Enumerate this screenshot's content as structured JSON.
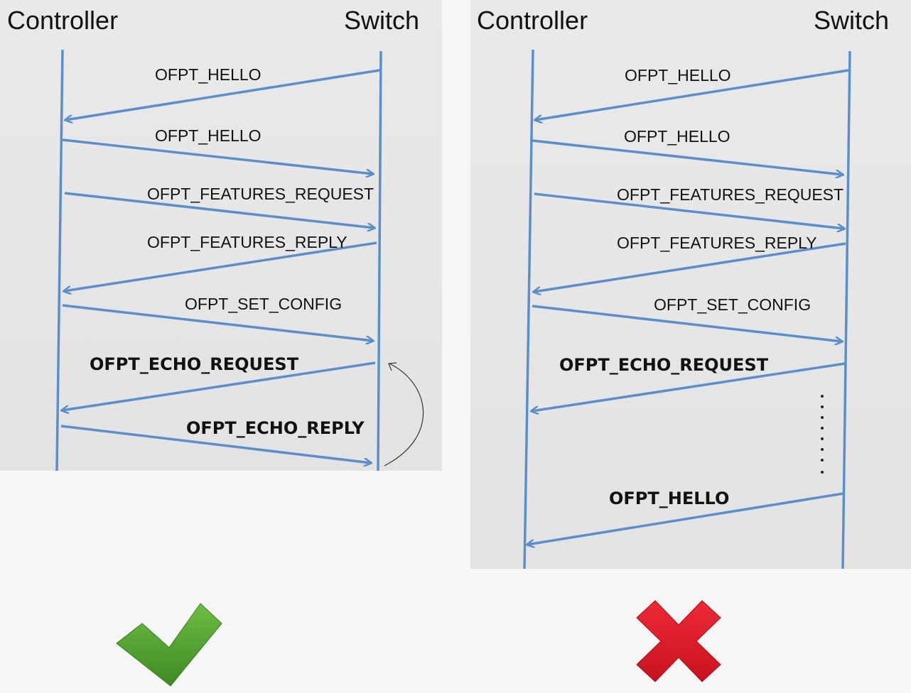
{
  "left_diagram": {
    "controller_label": "Controller",
    "switch_label": "Switch",
    "messages": [
      {
        "label": "OFPT_HELLO",
        "direction": "switch-to-controller",
        "emphasis": false
      },
      {
        "label": "OFPT_HELLO",
        "direction": "controller-to-switch",
        "emphasis": false
      },
      {
        "label": "OFPT_FEATURES_REQUEST",
        "direction": "controller-to-switch",
        "emphasis": false
      },
      {
        "label": "OFPT_FEATURES_REPLY",
        "direction": "switch-to-controller",
        "emphasis": false
      },
      {
        "label": "OFPT_SET_CONFIG",
        "direction": "controller-to-switch",
        "emphasis": false
      },
      {
        "label": "OFPT_ECHO_REQUEST",
        "direction": "switch-to-controller",
        "emphasis": true
      },
      {
        "label": "OFPT_ECHO_REPLY",
        "direction": "controller-to-switch",
        "emphasis": true
      }
    ],
    "verdict": "check-mark-icon"
  },
  "right_diagram": {
    "controller_label": "Controller",
    "switch_label": "Switch",
    "messages": [
      {
        "label": "OFPT_HELLO",
        "direction": "switch-to-controller",
        "emphasis": false
      },
      {
        "label": "OFPT_HELLO",
        "direction": "controller-to-switch",
        "emphasis": false
      },
      {
        "label": "OFPT_FEATURES_REQUEST",
        "direction": "controller-to-switch",
        "emphasis": false
      },
      {
        "label": "OFPT_FEATURES_REPLY",
        "direction": "switch-to-controller",
        "emphasis": false
      },
      {
        "label": "OFPT_SET_CONFIG",
        "direction": "controller-to-switch",
        "emphasis": false
      },
      {
        "label": "OFPT_ECHO_REQUEST",
        "direction": "switch-to-controller",
        "emphasis": true
      },
      {
        "label": "OFPT_HELLO",
        "direction": "switch-to-controller",
        "emphasis": true
      }
    ],
    "verdict": "cross-mark-icon"
  },
  "colors": {
    "line": "#5b8fc9",
    "check": "#55a630",
    "cross": "#e21b2c"
  }
}
